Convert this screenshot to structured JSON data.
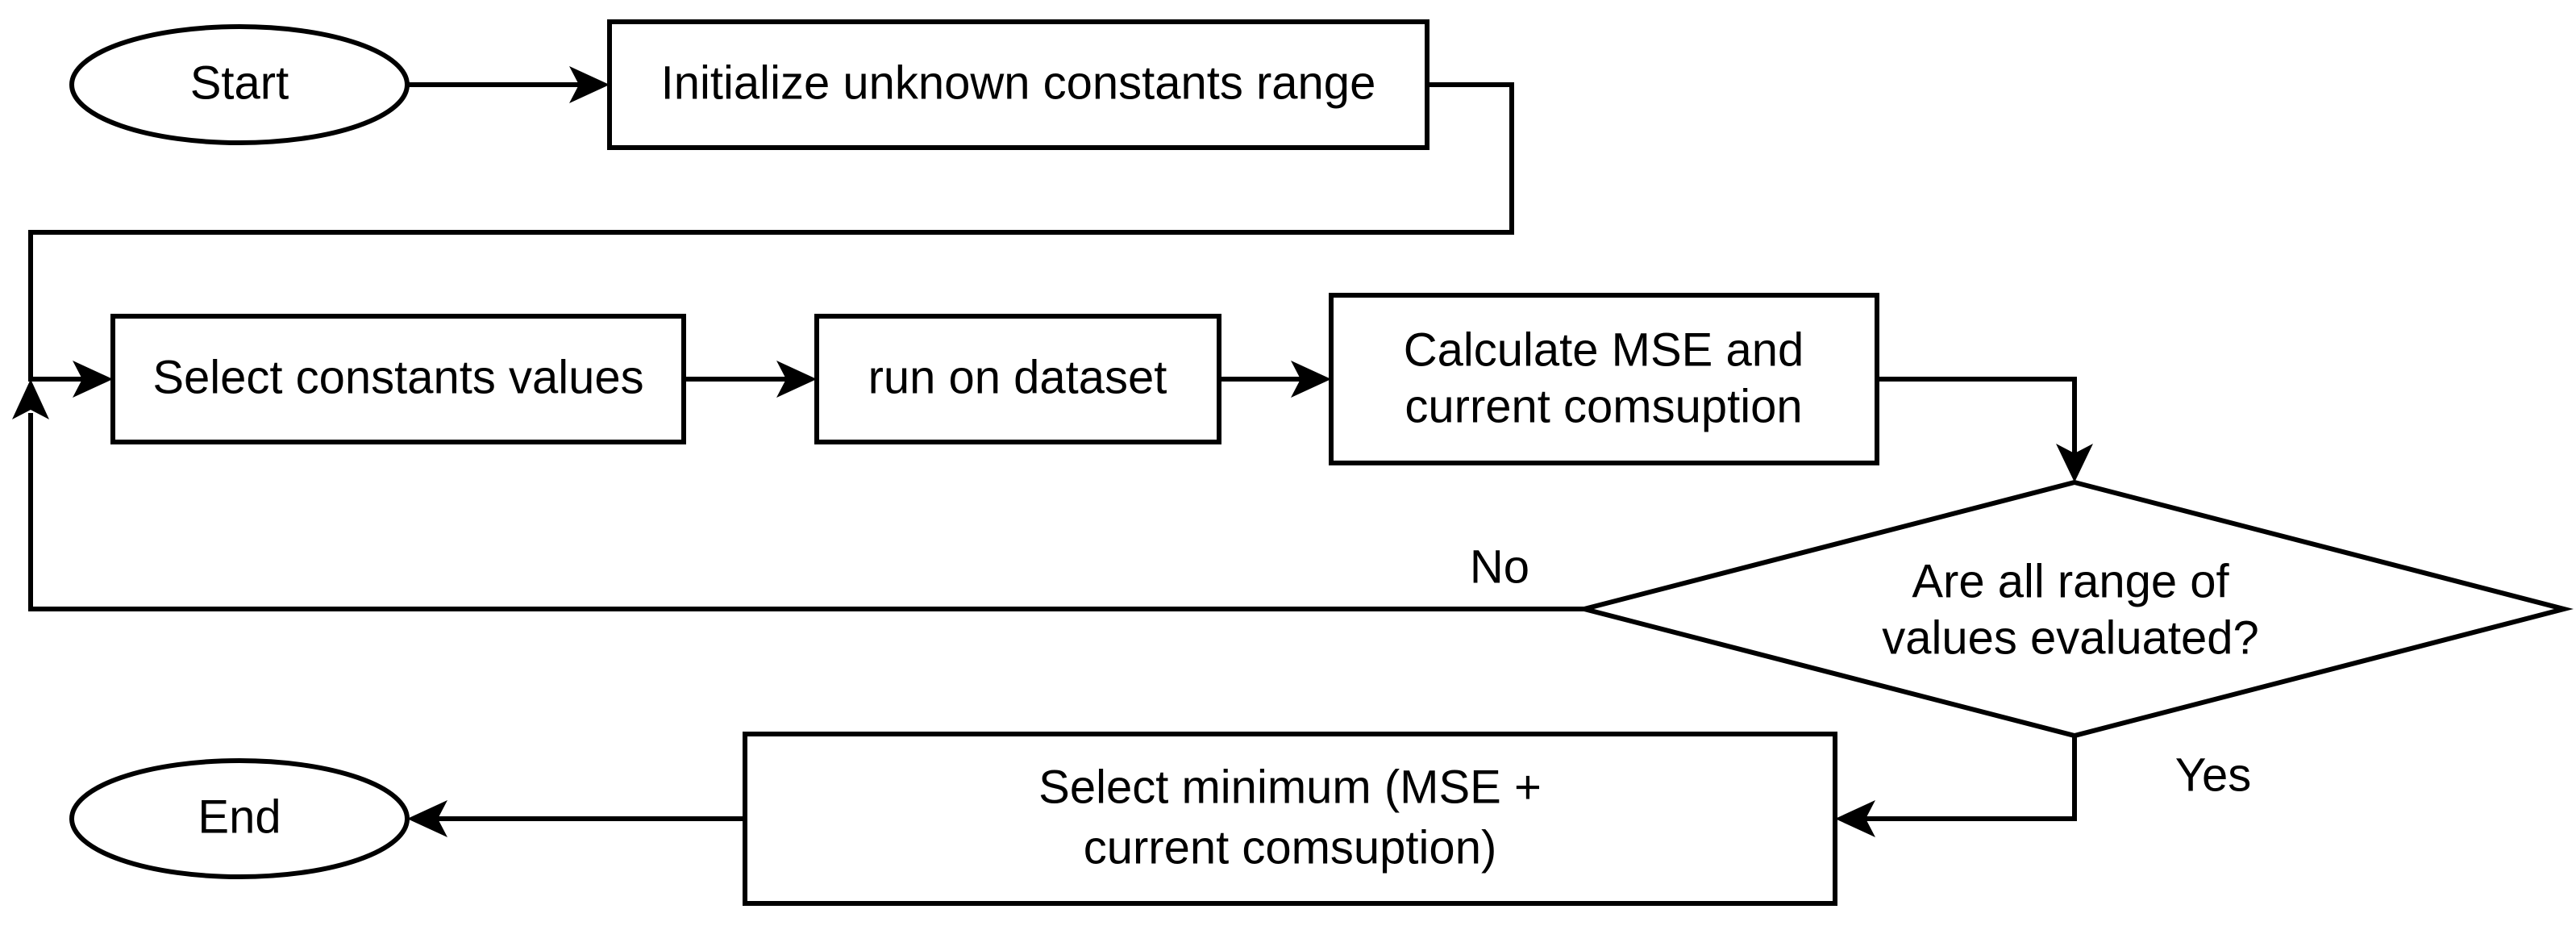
{
  "nodes": {
    "start": "Start",
    "initialize": "Initialize unknown constants range",
    "select_values": "Select constants values",
    "run_dataset": "run on dataset",
    "calculate": {
      "line1": "Calculate MSE and",
      "line2": "current comsuption"
    },
    "decision": {
      "line1": "Are all range of",
      "line2": "values  evaluated?"
    },
    "select_minimum": {
      "line1": "Select minimum (MSE +",
      "line2": "current comsuption)"
    },
    "end": "End"
  },
  "edge_labels": {
    "no": "No",
    "yes": "Yes"
  }
}
